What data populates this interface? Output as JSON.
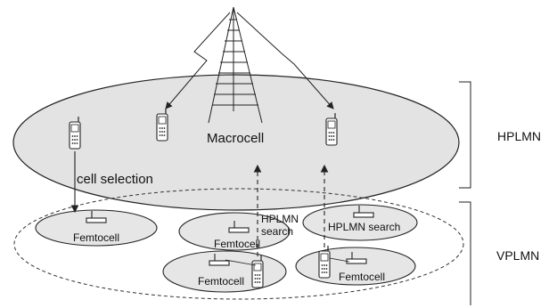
{
  "labels": {
    "macrocell": "Macrocell",
    "cell_selection": "cell selection",
    "hplmn": "HPLMN",
    "vplmn": "VPLMN",
    "hplmn_search_split_line1": "HPLMN",
    "hplmn_search_split_line2": "search",
    "hplmn_search": "HPLMN search",
    "femtocell_1": "Femtocell",
    "femtocell_2": "Femtocell",
    "femtocell_3": "Femtocell",
    "femtocell_4": "Femtocell"
  },
  "colors": {
    "macro_fill": "#e3e3e3",
    "femto_fill": "#e6e6e6",
    "stroke": "#222222"
  },
  "icons": [
    "antenna-tower-icon",
    "mobile-phone-icon",
    "femtocell-base-station-icon"
  ]
}
